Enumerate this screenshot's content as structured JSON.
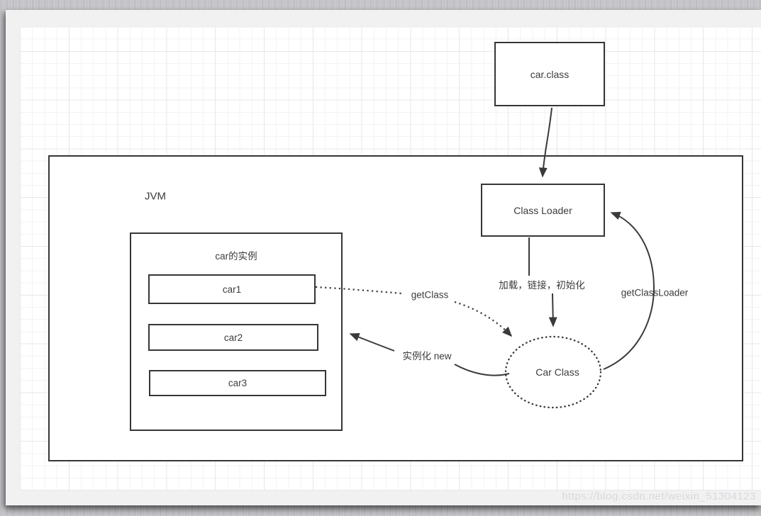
{
  "watermark": "https://blog.csdn.net/weixin_51304123",
  "diagram": {
    "car_class_file": {
      "label": "car.class"
    },
    "jvm": {
      "label": "JVM"
    },
    "class_loader": {
      "label": "Class Loader"
    },
    "car_instances": {
      "title": "car的实例",
      "items": [
        {
          "label": "car1"
        },
        {
          "label": "car2"
        },
        {
          "label": "car3"
        }
      ]
    },
    "car_class_object": {
      "label": "Car Class"
    },
    "edges": {
      "load_link_init": {
        "label": "加载，链接，初始化"
      },
      "get_class_loader": {
        "label": "getClassLoader"
      },
      "get_class": {
        "label": "getClass"
      },
      "instantiate_new": {
        "label": "实例化 new"
      }
    }
  },
  "colors": {
    "stroke": "#3a3a3a",
    "text": "#3c3c3c",
    "canvas_bg": "#ffffff",
    "page_bg": "#f1f1f2",
    "desktop_bg": "#c5c5c9",
    "watermark": "#d7d7da"
  }
}
